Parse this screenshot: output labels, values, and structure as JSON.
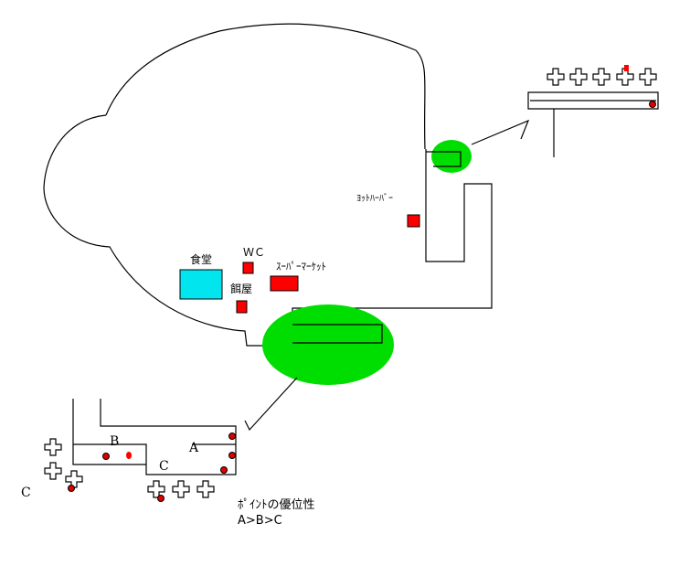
{
  "map": {
    "labels": {
      "restaurant": "食堂",
      "wc": "ＷＣ",
      "bait_shop": "餌屋",
      "supermarket": "ｽｰﾊﾟｰﾏｰｹｯﾄ",
      "yacht_harbor": "ﾖｯﾄﾊｰﾊﾞｰ",
      "point_a": "A",
      "point_b": "B",
      "point_c_pier": "C",
      "point_c_left": "C",
      "priority_title": "ﾎﾟｲﾝﾄの優位性",
      "priority_order": "A>B>C"
    },
    "colors": {
      "highlight_green": "#00dd00",
      "restaurant_cyan": "#00e5ee",
      "facility_red": "#ff0000",
      "outline": "#000000"
    }
  }
}
